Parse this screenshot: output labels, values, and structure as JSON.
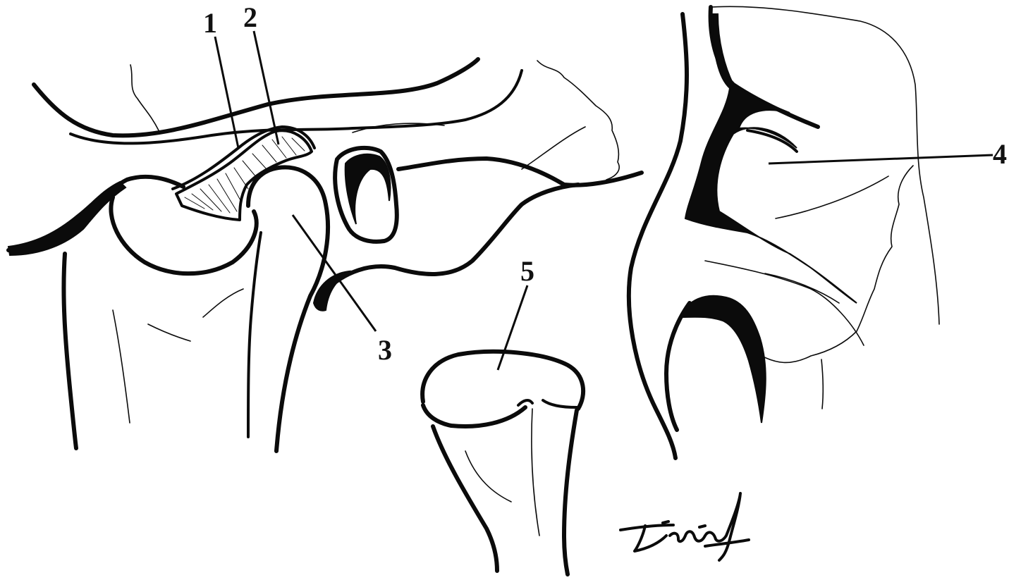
{
  "labels": {
    "l1": "1",
    "l2": "2",
    "l3": "3",
    "l4": "4",
    "l5": "5"
  },
  "signature": "Dafuente"
}
